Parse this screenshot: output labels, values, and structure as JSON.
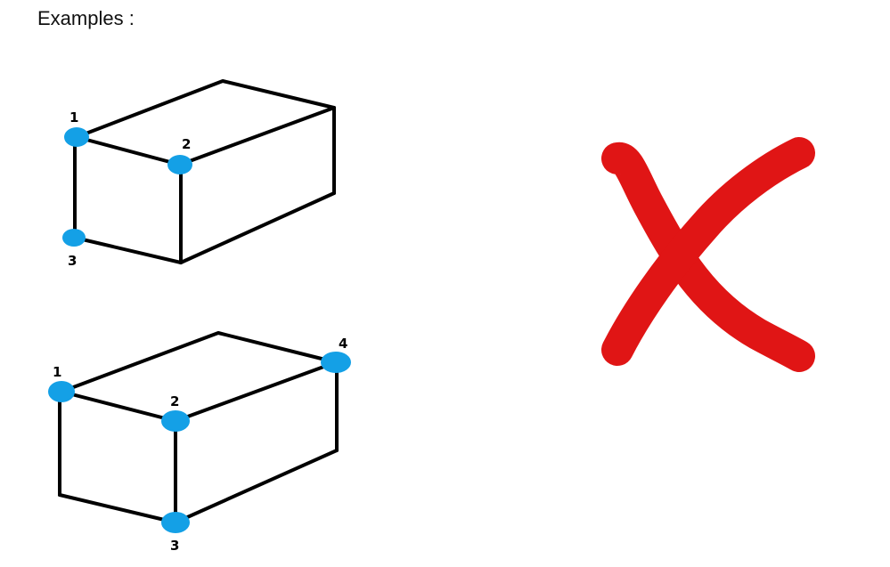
{
  "heading": "Examples :",
  "examples": [
    {
      "vertex_labels": [
        "1",
        "2",
        "3"
      ]
    },
    {
      "vertex_labels": [
        "1",
        "2",
        "3",
        "4"
      ]
    }
  ],
  "colors": {
    "vertex": "#14a0e6",
    "edge": "#000000",
    "cross": "#e01515"
  },
  "icons": {
    "verdict": "cross-icon"
  }
}
